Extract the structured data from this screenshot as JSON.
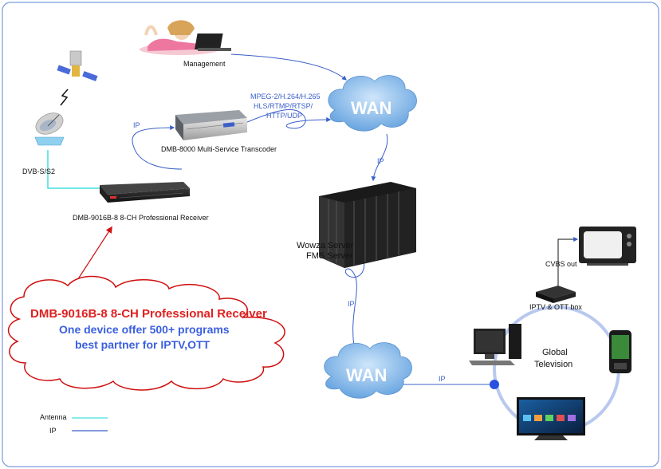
{
  "labels": {
    "management": "Management",
    "dvb": "DVB-S/S2",
    "receiver": "DMB-9016B-8 8-CH Professional Receiver",
    "transcoder": "DMB-8000 Multi-Service Transcoder",
    "protocols": [
      "MPEG-2/H.264/H.265",
      "HLS/RTMP/RTSP/",
      "HTTP/UDP"
    ],
    "wan_top": "WAN",
    "wan_bottom": "WAN",
    "wowza": "Wowza Server",
    "fms": "FMS Server",
    "ip_transcoder": "IP",
    "ip_wan": "IP",
    "ip_server": "IP",
    "ip_bottom": "IP",
    "cvbs": "CVBS out",
    "iptv_box": "IPTV & OTT box",
    "global": "Global",
    "television": "Television"
  },
  "promo": {
    "line1": "DMB-9016B-8 8-CH Professional Receiver",
    "line2": "One device offer 500+ programs",
    "line3": "best partner for IPTV,OTT"
  },
  "legend": {
    "antenna": "Antenna",
    "ip": "IP"
  },
  "colors": {
    "antenna_line": "#40e0e0",
    "ip_line": "#3a5fc8",
    "cloud_fill": "#7ab4e8",
    "promo_line1": "#e02020",
    "promo_text": "#3a5fe0",
    "ring": "#b8c8ee",
    "frame": "#7a9adf",
    "arrow_red": "#d01010"
  }
}
